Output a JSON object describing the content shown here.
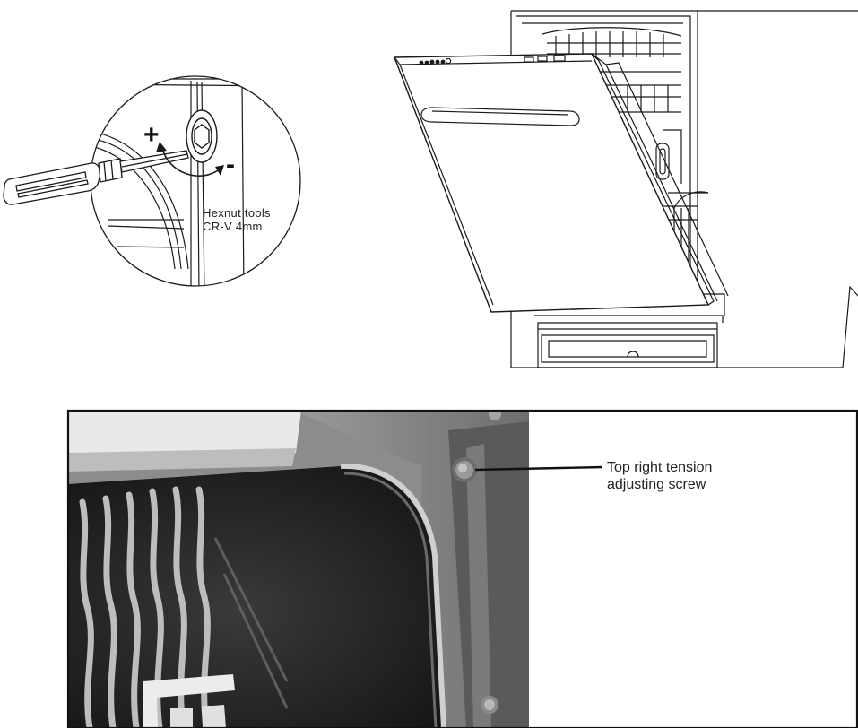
{
  "detail_inset": {
    "plus_label": "+",
    "minus_label": "-",
    "tool_label_line1": "Hexnut tools",
    "tool_label_line2": "CR-V 4mm"
  },
  "photo": {
    "callout_line1": "Top right tension",
    "callout_line2": "adjusting screw"
  },
  "colors": {
    "line": "#1a1a1a",
    "photo_frame": "#111111"
  }
}
